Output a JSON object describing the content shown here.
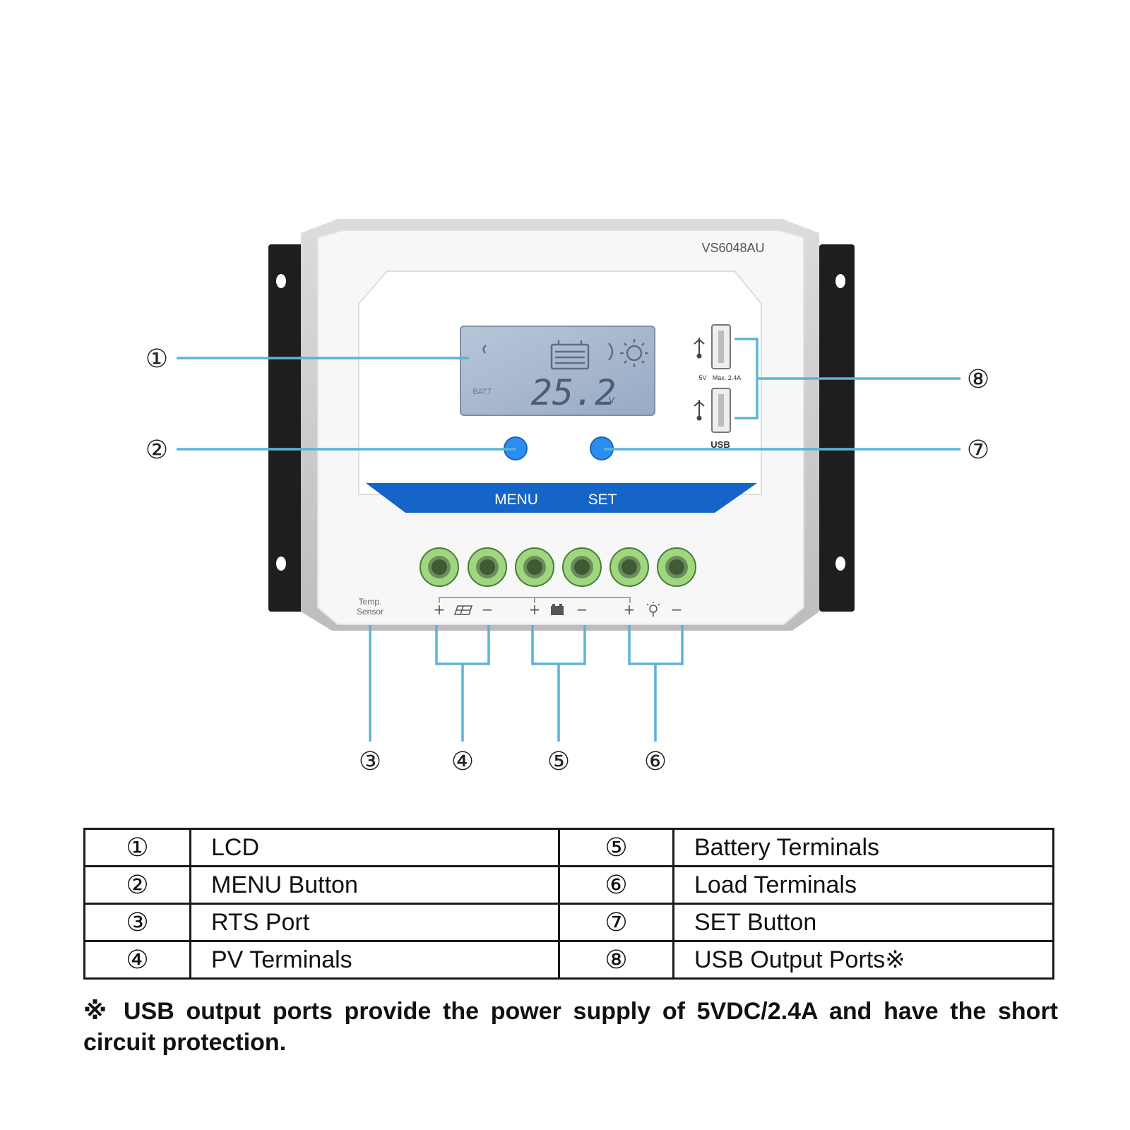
{
  "device": {
    "model": "VS6048AU",
    "lcd": {
      "reading": "25.2",
      "unit": "V",
      "batt_label": "BATT"
    },
    "menu_label": "MENU",
    "set_label": "SET",
    "usb_label": "USB",
    "usb_rating_v": "5V",
    "usb_rating_a": "Max. 2.4A",
    "temp_sensor_line1": "Temp.",
    "temp_sensor_line2": "Sensor",
    "plus": "+",
    "minus": "−"
  },
  "callouts": [
    "①",
    "②",
    "③",
    "④",
    "⑤",
    "⑥",
    "⑦",
    "⑧"
  ],
  "legend": {
    "rows": [
      {
        "left_num": "①",
        "left_name": "LCD",
        "right_num": "⑤",
        "right_name": "Battery Terminals"
      },
      {
        "left_num": "②",
        "left_name": "MENU Button",
        "right_num": "⑥",
        "right_name": "Load Terminals"
      },
      {
        "left_num": "③",
        "left_name": "RTS Port",
        "right_num": "⑦",
        "right_name": "SET Button"
      },
      {
        "left_num": "④",
        "left_name": "PV Terminals",
        "right_num": "⑧",
        "right_name": "USB Output Ports※"
      }
    ]
  },
  "footnote": "※ USB output ports provide the power supply of 5VDC/2.4A and have the short circuit protection.",
  "colors": {
    "leader": "#5bb4d6",
    "accent_blue": "#1565c8",
    "button_blue": "#2a8ef0",
    "terminal_green": "#9ed77e",
    "lcd_bg": "#a9b9cf",
    "bracket_black": "#1e1e1e"
  }
}
